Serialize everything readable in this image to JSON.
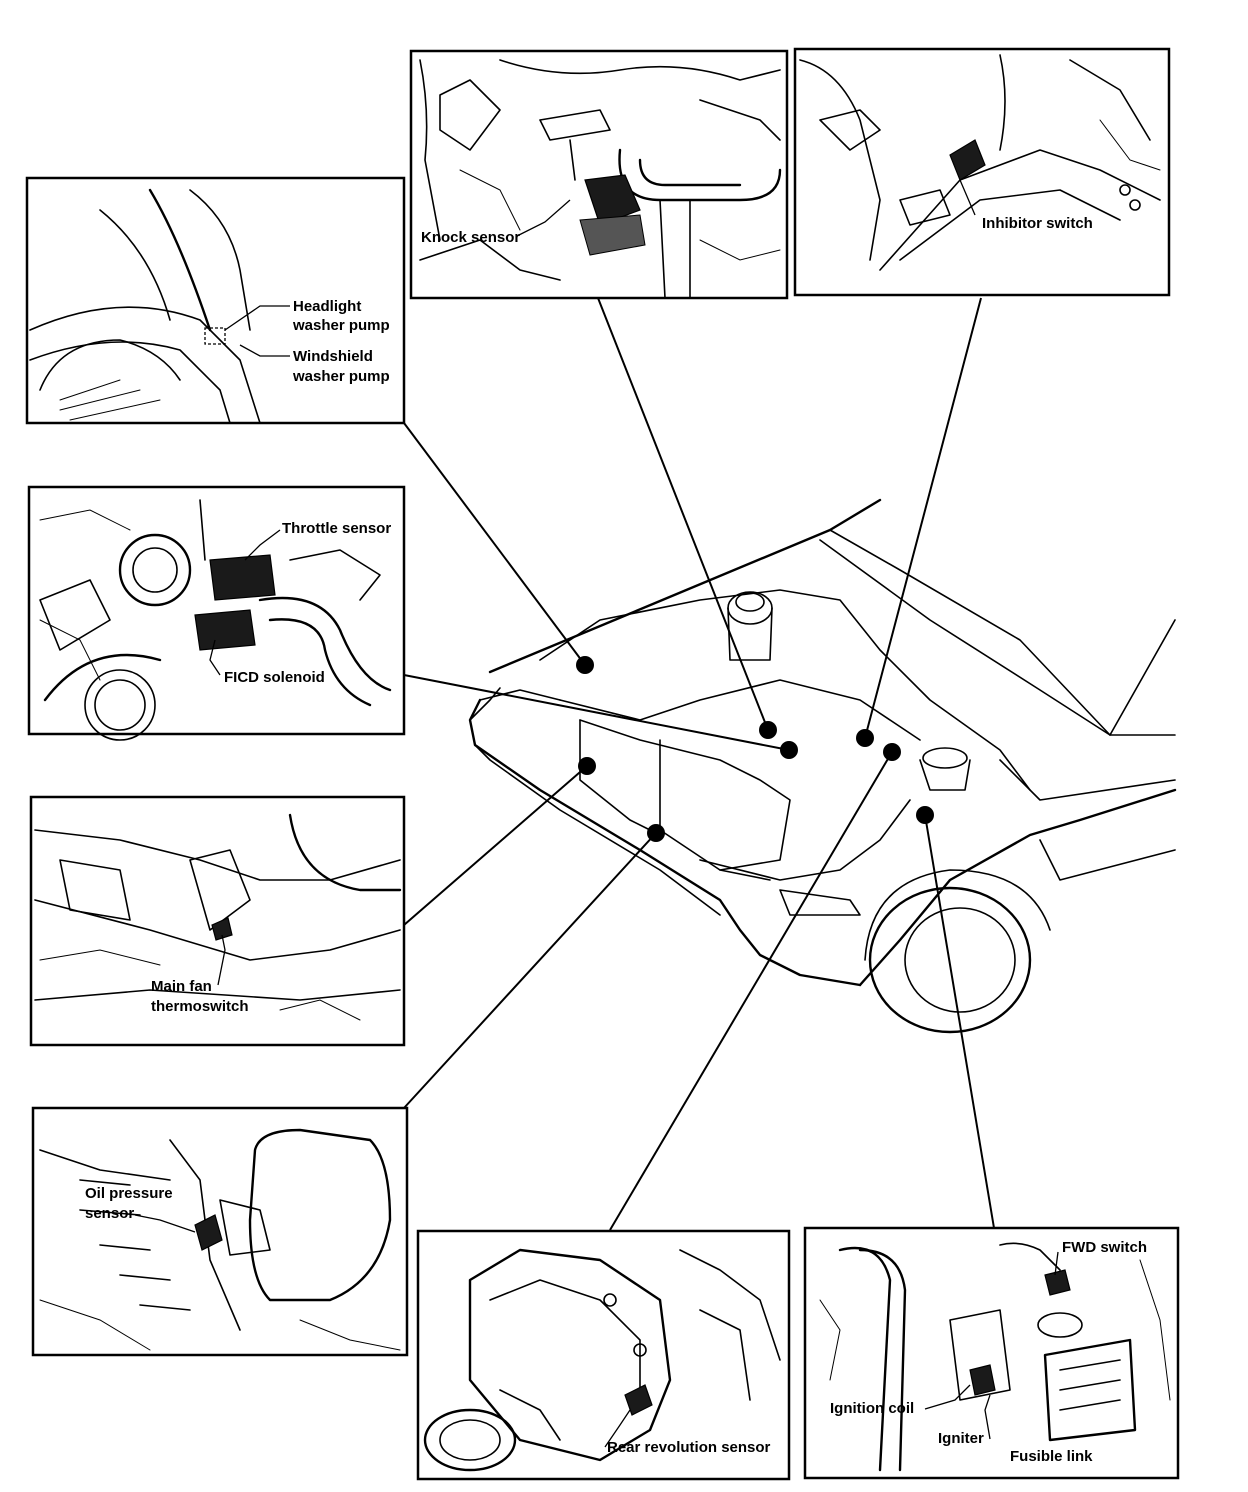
{
  "labels": {
    "knock_sensor": "Knock sensor",
    "inhibitor_switch": "Inhibitor switch",
    "headlight_washer_pump_1": "Headlight",
    "headlight_washer_pump_2": "washer pump",
    "windshield_washer_pump_1": "Windshield",
    "windshield_washer_pump_2": "washer pump",
    "throttle_sensor": "Throttle sensor",
    "ficd_solenoid": "FICD solenoid",
    "main_fan_thermoswitch_1": "Main fan",
    "main_fan_thermoswitch_2": "thermoswitch",
    "oil_pressure_sensor_1": "Oil pressure",
    "oil_pressure_sensor_2": "sensor",
    "rear_revolution_sensor": "Rear revolution sensor",
    "fwd_switch": "FWD switch",
    "ignition_coil": "Ignition coil",
    "igniter": "Igniter",
    "fusible_link": "Fusible link"
  }
}
